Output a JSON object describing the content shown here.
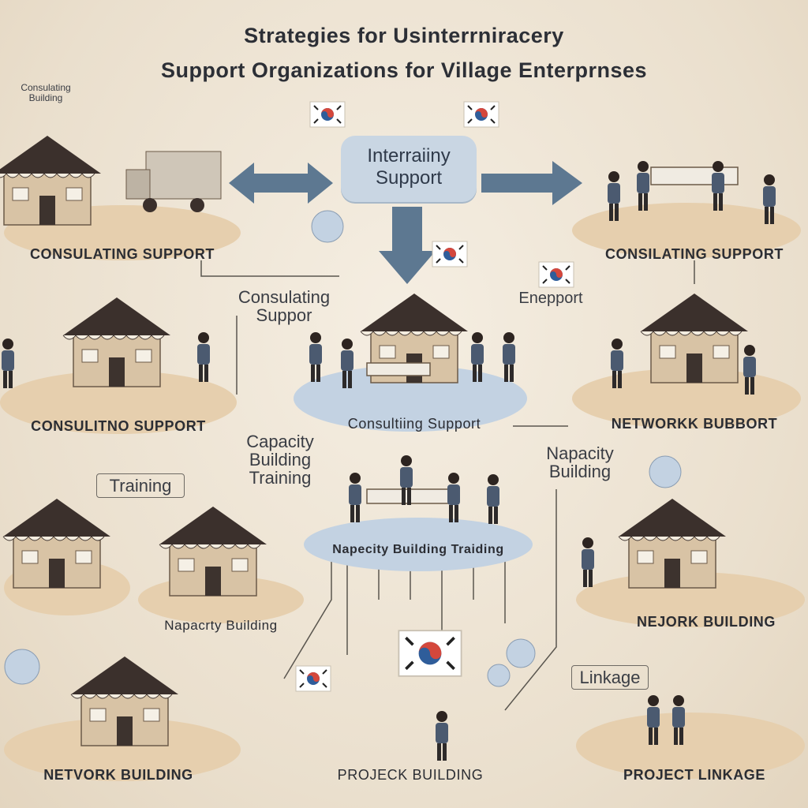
{
  "title": {
    "line1": "Strategies for Usinterrniracery",
    "line2": "Support Organizations for Village Enterprnses"
  },
  "center_hub": {
    "label_line1": "Interraiiny",
    "label_line2": "Support"
  },
  "scene_labels": {
    "top_left": "CONSULATING SUPPORT",
    "top_right": "CONSILATING SUPPORT",
    "mid_left": "CONSULITNO SUPPORT",
    "center": "Consultiing Support",
    "mid_right": "NETWORKK BUBBORT",
    "center_lower": "Napecity Building Traiding",
    "lower_left_center": "Napacrty Building",
    "lower_right": "NEJORK BUILDING",
    "bottom_left": "NETVORK BUILDING",
    "bottom_center": "PROJECK BUILDING",
    "bottom_right": "PROJECT LINKAGE"
  },
  "float_labels": {
    "consulating_support": "Consulating\nSuppor",
    "enepport": "Enepport",
    "capacity_building_training": "Capacity\nBuilding\nTraining",
    "napacity_building": "Napacity\nBuilding",
    "training": "Training",
    "linkage": "Linkage",
    "consulting_building": "Consulating\nBuilding"
  },
  "colors": {
    "background": "#efe6d8",
    "platform": "#e6cfae",
    "platform_blue": "#c3d2e2",
    "arrow_blue": "#5d7891",
    "roof": "#3b302c",
    "wall": "#d8c3a5",
    "flag_red": "#d4473c",
    "flag_blue": "#2f5d9a"
  },
  "icons": [
    "korean-flag-icon",
    "arrow-left-right-icon",
    "arrow-right-icon",
    "arrow-down-icon",
    "house-icon",
    "truck-icon",
    "people-icon",
    "table-icon"
  ]
}
